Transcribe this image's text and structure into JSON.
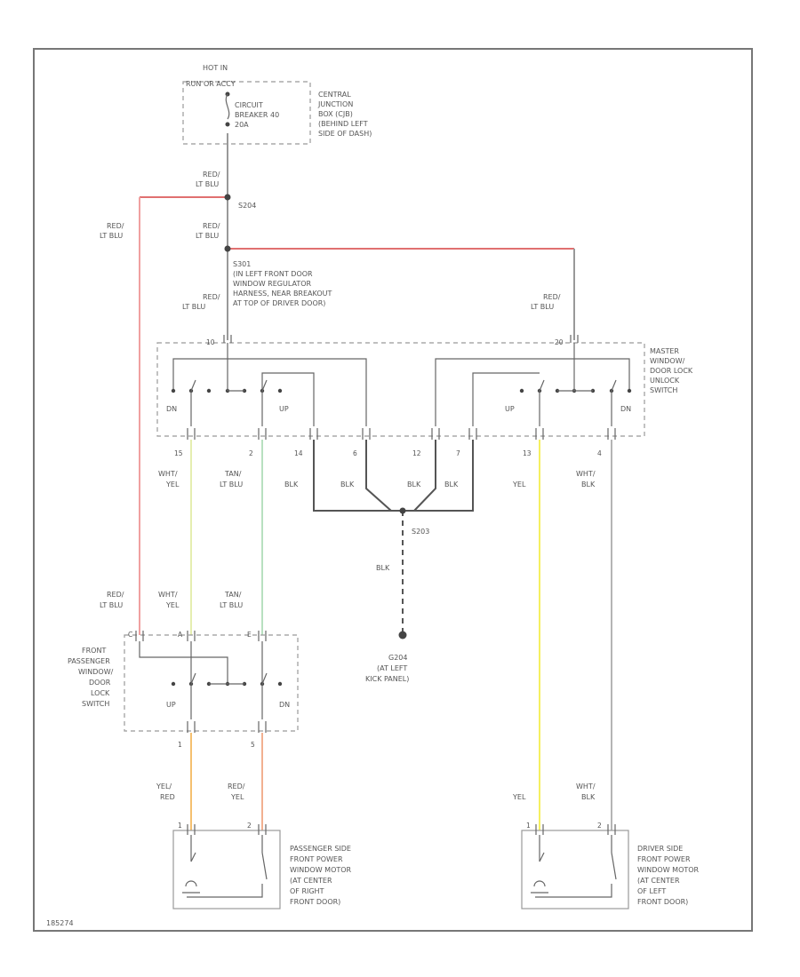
{
  "colors": {
    "wire_default": "#999999",
    "red_lt_blu": "#f0a0a0",
    "red_line": "#e07070",
    "wht_yel": "#e5eeb0",
    "tan_lt_blu": "#b8e0c0",
    "blk": "#555555",
    "yel": "#f5f060",
    "yel_red": "#f5c070",
    "red_yel": "#f2b090",
    "wht_blk": "#b5b5b5"
  },
  "fuse_box": {
    "hot_label": "HOT IN",
    "run_label": "RUN OR ACCY",
    "breaker_lines": [
      "CIRCUIT",
      "BREAKER 40",
      "20A"
    ],
    "location_lines": [
      "CENTRAL",
      "JUNCTION",
      "BOX (CJB)",
      "(BEHIND LEFT",
      "SIDE OF DASH)"
    ]
  },
  "wires": {
    "red_lt_blu": [
      "RED/",
      "LT BLU"
    ],
    "wht_yel": [
      "WHT/",
      "YEL"
    ],
    "tan_lt_blu": [
      "TAN/",
      "LT BLU"
    ],
    "blk": "BLK",
    "yel": "YEL",
    "wht_blk": [
      "WHT/",
      "BLK"
    ],
    "yel_red": [
      "YEL/",
      "RED"
    ],
    "red_yel": [
      "RED/",
      "YEL"
    ]
  },
  "splices": {
    "s204": "S204",
    "s301": "S301",
    "s301_location": [
      "(IN LEFT FRONT DOOR",
      "WINDOW REGULATOR",
      "HARNESS, NEAR BREAKOUT",
      "AT TOP OF DRIVER DOOR)"
    ],
    "s203": "S203"
  },
  "master_switch": {
    "label_lines": [
      "MASTER",
      "WINDOW/",
      "DOOR LOCK",
      "UNLOCK",
      "SWITCH"
    ],
    "top_pins": [
      "10",
      "20"
    ],
    "bottom_pins": [
      "15",
      "2",
      "14",
      "6",
      "12",
      "7",
      "13",
      "4"
    ],
    "dn": "DN",
    "up": "UP"
  },
  "ground": {
    "id": "G204",
    "location_lines": [
      "(AT LEFT",
      "KICK PANEL)"
    ]
  },
  "passenger_switch": {
    "label_lines": [
      "FRONT",
      "PASSENGER",
      "WINDOW/",
      "DOOR",
      "LOCK",
      "SWITCH"
    ],
    "top_pins": [
      "C",
      "A",
      "E"
    ],
    "bottom_pins": [
      "1",
      "5"
    ],
    "up": "UP",
    "dn": "DN"
  },
  "passenger_motor": {
    "pins": [
      "1",
      "2"
    ],
    "label_lines": [
      "PASSENGER SIDE",
      "FRONT POWER",
      "WINDOW MOTOR",
      "(AT CENTER",
      "OF RIGHT",
      "FRONT DOOR)"
    ]
  },
  "driver_motor": {
    "pins": [
      "1",
      "2"
    ],
    "label_lines": [
      "DRIVER SIDE",
      "FRONT POWER",
      "WINDOW MOTOR",
      "(AT CENTER",
      "OF LEFT",
      "FRONT DOOR)"
    ]
  },
  "figure_id": "185274"
}
